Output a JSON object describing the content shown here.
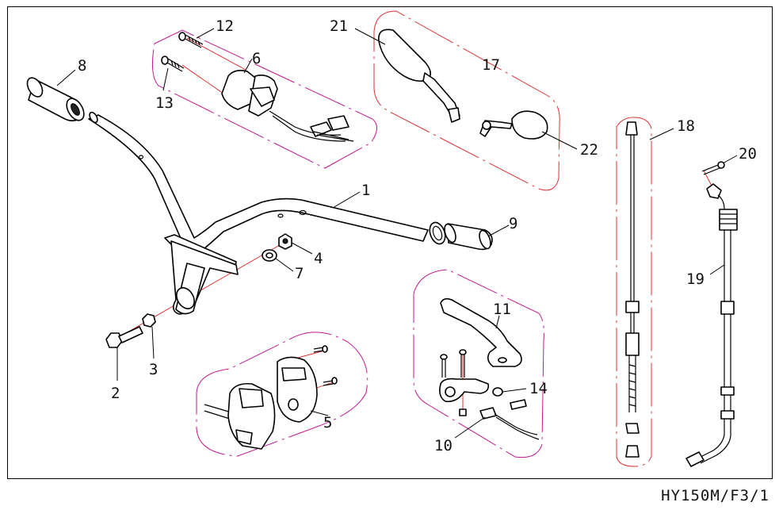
{
  "drawing_code": "HY150M/F3/1",
  "callouts": [
    {
      "id": "1",
      "label": "1"
    },
    {
      "id": "2",
      "label": "2"
    },
    {
      "id": "3",
      "label": "3"
    },
    {
      "id": "4",
      "label": "4"
    },
    {
      "id": "5",
      "label": "5"
    },
    {
      "id": "6",
      "label": "6"
    },
    {
      "id": "7",
      "label": "7"
    },
    {
      "id": "8",
      "label": "8"
    },
    {
      "id": "9",
      "label": "9"
    },
    {
      "id": "10",
      "label": "10"
    },
    {
      "id": "11",
      "label": "11"
    },
    {
      "id": "12",
      "label": "12"
    },
    {
      "id": "13",
      "label": "13"
    },
    {
      "id": "14",
      "label": "14"
    },
    {
      "id": "17",
      "label": "17"
    },
    {
      "id": "18",
      "label": "18"
    },
    {
      "id": "19",
      "label": "19"
    },
    {
      "id": "20",
      "label": "20"
    },
    {
      "id": "21",
      "label": "21"
    },
    {
      "id": "22",
      "label": "22"
    }
  ],
  "colors": {
    "group_outline": "#c2188e",
    "axis_line": "#e02020",
    "ink": "#000000"
  }
}
